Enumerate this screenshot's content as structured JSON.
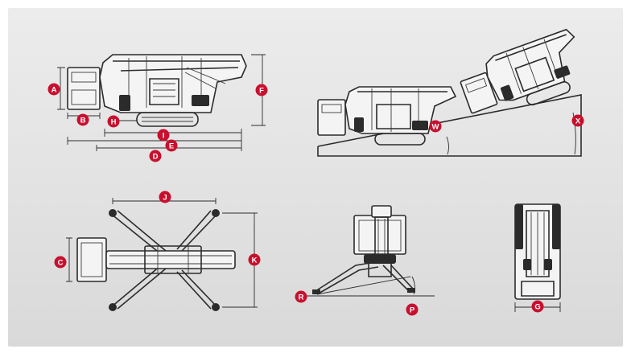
{
  "diagram": {
    "background_color": "#e6e6e6",
    "accent_color": "#c8102e",
    "line_color": "#2b2b2b",
    "views": [
      {
        "id": "side-view",
        "labels": [
          "A",
          "B",
          "D",
          "E",
          "F",
          "H",
          "I"
        ]
      },
      {
        "id": "slope-view",
        "labels": [
          "W",
          "X"
        ]
      },
      {
        "id": "top-view",
        "labels": [
          "C",
          "J",
          "K"
        ]
      },
      {
        "id": "front-view",
        "labels": [
          "R",
          "P"
        ]
      },
      {
        "id": "rear-view",
        "labels": [
          "G"
        ]
      }
    ],
    "labels": {
      "A": "A",
      "B": "B",
      "C": "C",
      "D": "D",
      "E": "E",
      "F": "F",
      "G": "G",
      "H": "H",
      "I": "I",
      "J": "J",
      "K": "K",
      "P": "P",
      "R": "R",
      "W": "W",
      "X": "X"
    }
  }
}
